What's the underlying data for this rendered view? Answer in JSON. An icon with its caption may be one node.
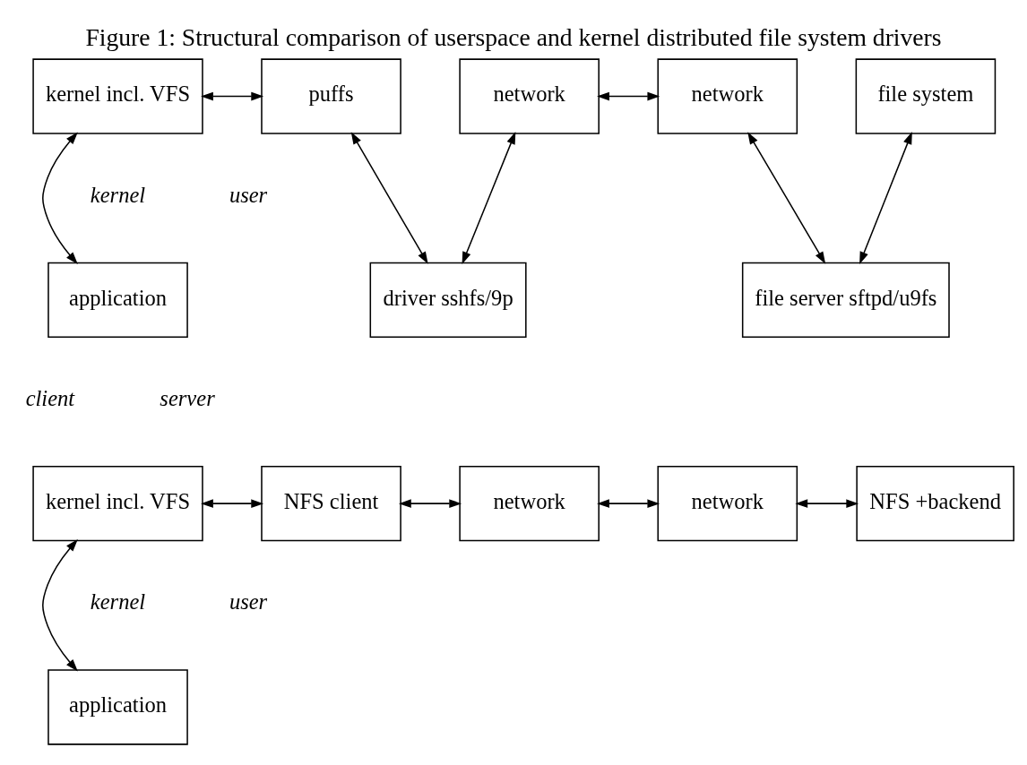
{
  "diagram": {
    "title": "Figure 1: Structural comparison of userspace and kernel distributed file system drivers",
    "nodes": [
      {
        "text": [
          "kernel incl. VFS"
        ]
      },
      {
        "text": [
          "puffs"
        ]
      },
      {
        "text": [
          "network"
        ]
      },
      {
        "text": [
          "network"
        ]
      },
      {
        "text": [
          "file system"
        ]
      },
      {
        "text": [
          "application"
        ]
      },
      {
        "text": [
          "driver sshfs/9p"
        ]
      },
      {
        "text": [
          "file server sftpd/u9fs"
        ]
      },
      {
        "text": [
          "kernel incl. VFS"
        ]
      },
      {
        "text": [
          "NFS client"
        ]
      },
      {
        "text": [
          "network"
        ]
      },
      {
        "text": [
          "network"
        ]
      },
      {
        "text": [
          "NFS +backend"
        ]
      },
      {
        "text": [
          "application"
        ]
      }
    ],
    "edges": [
      {
        "from": 0,
        "to": 1,
        "arrow": "both"
      },
      {
        "from": 0,
        "to": 5,
        "arrow": "both"
      },
      {
        "from": 1,
        "to": 6,
        "arrow": "both"
      },
      {
        "from": 2,
        "to": 6,
        "arrow": "both"
      },
      {
        "from": 2,
        "to": 3,
        "arrow": "both"
      },
      {
        "from": 3,
        "to": 7,
        "arrow": "both"
      },
      {
        "from": 4,
        "to": 7,
        "arrow": "both"
      },
      {
        "from": 8,
        "to": 9,
        "arrow": "both"
      },
      {
        "from": 9,
        "to": 10,
        "arrow": "both"
      },
      {
        "from": 10,
        "to": 11,
        "arrow": "both"
      },
      {
        "from": 11,
        "to": 12,
        "arrow": "both"
      },
      {
        "from": 8,
        "to": 13,
        "arrow": "both"
      }
    ],
    "labels": [
      "kernel",
      "user",
      "client",
      "server",
      "kernel",
      "user"
    ]
  }
}
